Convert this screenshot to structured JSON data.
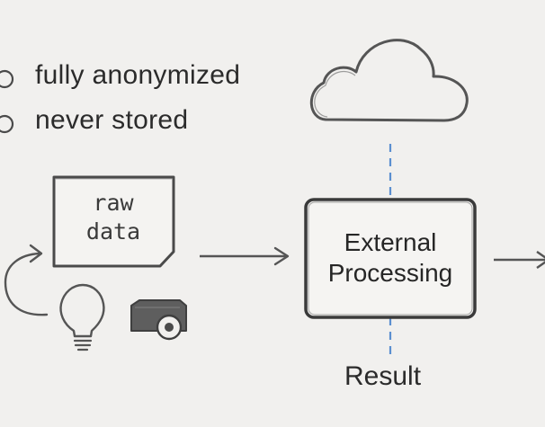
{
  "bullets": [
    {
      "text": "fully anonymized"
    },
    {
      "text": "never stored"
    }
  ],
  "raw_data_card": {
    "line1": "raw",
    "line2": "data"
  },
  "processing_box": {
    "line1": "External",
    "line2": "Processing"
  },
  "result_label": "Result",
  "icons": [
    "cloud-icon",
    "lightbulb-icon",
    "camera-icon"
  ],
  "colors": {
    "background": "#f1f0ee",
    "stroke": "#4a4a4a",
    "dashed_accent": "#5b8fd0"
  }
}
